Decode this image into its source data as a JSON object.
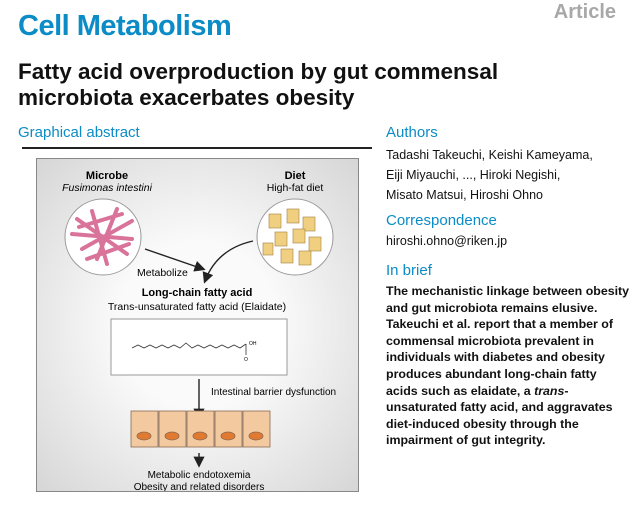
{
  "header": {
    "journal": "Cell Metabolism",
    "article_type": "Article"
  },
  "title": "Fatty acid overproduction by gut commensal microbiota exacerbates obesity",
  "graphical_abstract": {
    "heading": "Graphical abstract",
    "microbe_label": "Microbe",
    "microbe_name": "Fusimonas intestini",
    "diet_label": "Diet",
    "diet_name": "High-fat diet",
    "metabolize": "Metabolize",
    "lcfa": "Long-chain fatty acid",
    "lcfa_sub": "Trans-unsaturated fatty acid (Elaidate)",
    "oh": "OH",
    "o": "O",
    "barrier": "Intestinal barrier dysfunction",
    "outcome1": "Metabolic endotoxemia",
    "outcome2": "Obesity and related disorders"
  },
  "authors": {
    "heading": "Authors",
    "lines": [
      "Tadashi Takeuchi, Keishi Kameyama,",
      "Eiji Miyauchi, ..., Hiroki Negishi,",
      "Misato Matsui, Hiroshi Ohno"
    ]
  },
  "correspondence": {
    "heading": "Correspondence",
    "email": "hiroshi.ohno@riken.jp"
  },
  "in_brief": {
    "heading": "In brief",
    "text_before": "The mechanistic linkage between obesity and gut microbiota remains elusive. Takeuchi et al. report that a member of commensal microbiota prevalent in individuals with diabetes and obesity produces abundant long-chain fatty acids such as elaidate, a ",
    "text_italic": "trans",
    "text_after": "-unsaturated fatty acid, and aggravates diet-induced obesity through the impairment of gut integrity."
  },
  "colors": {
    "brand": "#0b8cc6",
    "microbe": "#d9739a",
    "fat": "#f0d080",
    "cell": "#f3c9a0",
    "nucleus": "#e07a30"
  }
}
